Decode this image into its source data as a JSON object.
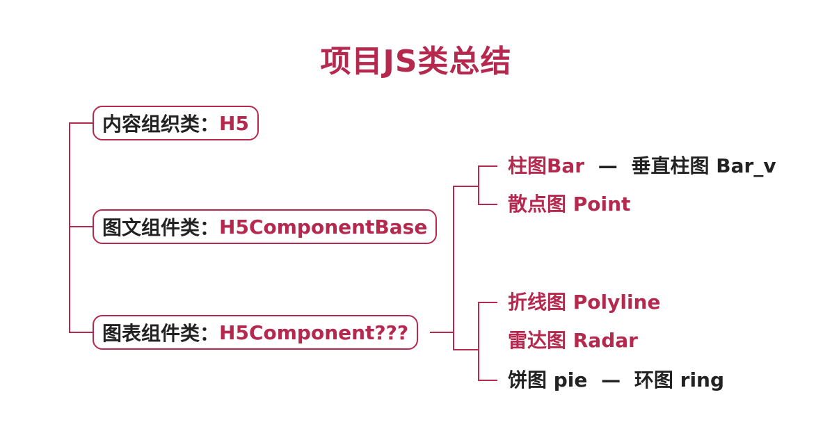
{
  "title": "项目JS类总结",
  "colors": {
    "accent": "#b5294e",
    "text": "#222222"
  },
  "categories": [
    {
      "label": "内容组织类",
      "colon": "：",
      "value": "H5"
    },
    {
      "label": "图文组件类",
      "colon": "：",
      "value": "H5ComponentBase"
    },
    {
      "label": "图表组件类",
      "colon": "：",
      "value": "H5Component???"
    }
  ],
  "chart_types": {
    "bar": {
      "name": "柱图Bar",
      "dash": "—",
      "alt": "垂直柱图 Bar_v"
    },
    "point": {
      "name": "散点图 Point"
    },
    "polyline": {
      "name": "折线图 Polyline"
    },
    "radar": {
      "name": "雷达图 Radar"
    },
    "pie": {
      "name": "饼图 pie",
      "dash": "—",
      "alt": "环图 ring"
    }
  }
}
